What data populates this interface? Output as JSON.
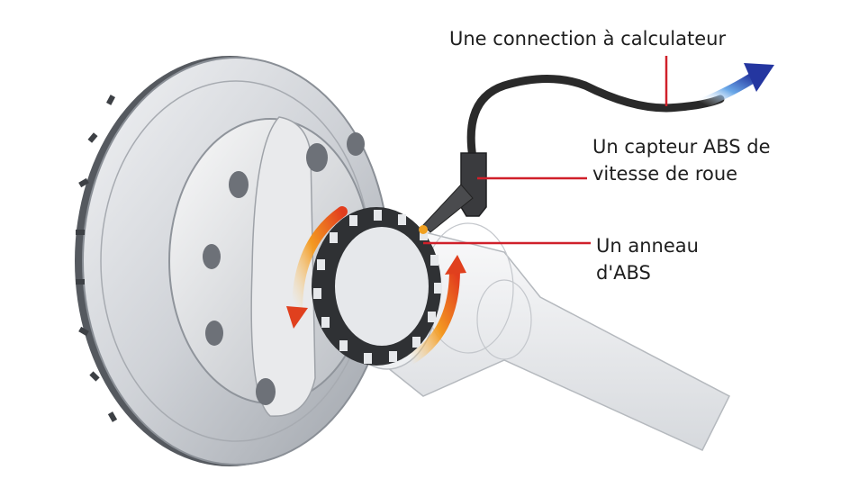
{
  "labels": {
    "connection": "Une connection à calculateur",
    "sensor_line1": "Un capteur ABS de",
    "sensor_line2": "vitesse de roue",
    "ring_line1": "Un anneau",
    "ring_line2": "d'ABS"
  },
  "colors": {
    "leader_line": "#d0202a",
    "arrow_orange": "#f08a1c",
    "arrow_red": "#e0401e",
    "signal_arrow": "#2a3fa0",
    "cable": "#2a2a2a",
    "metal": "#c9ccd1",
    "ring": "#3a3a3a"
  }
}
